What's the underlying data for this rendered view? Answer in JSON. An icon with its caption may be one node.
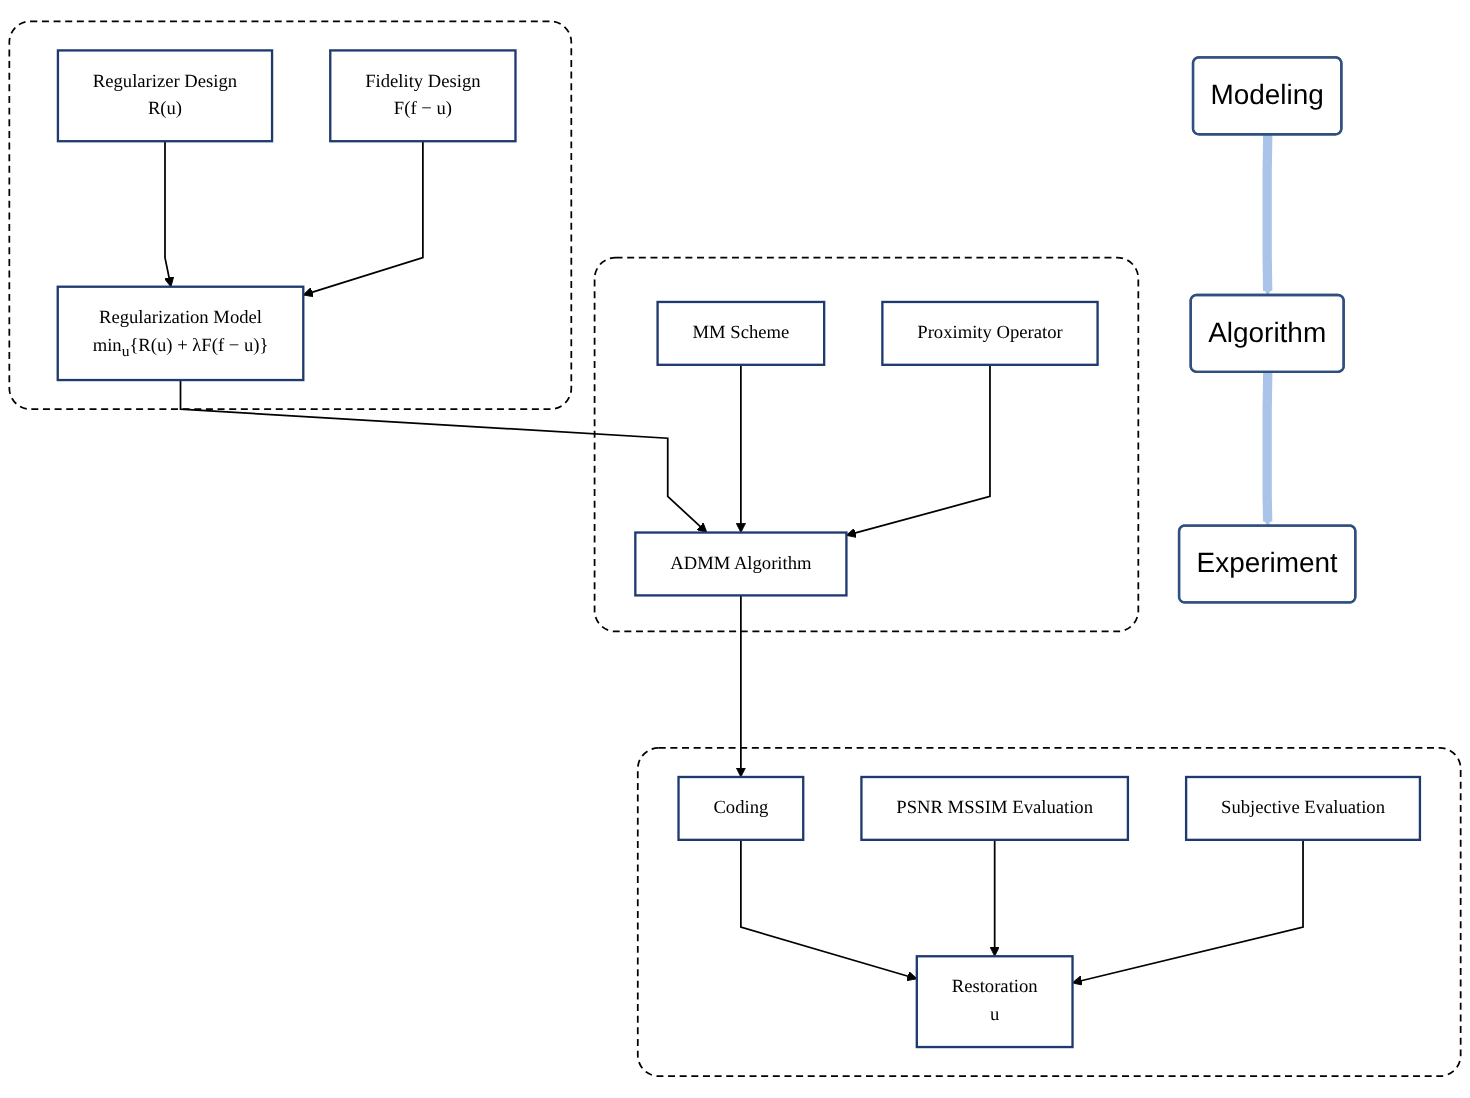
{
  "diagram": {
    "nodes": [
      {
        "text": [],
        "shape": "box"
      },
      {
        "text": [
          "Regularizer Design",
          "R(u)"
        ],
        "in": 0
      },
      {
        "text": [
          "Fidelity Design",
          "F(f − u)"
        ],
        "in": 0
      },
      {
        "text": [
          "Regularization Model",
          "min$_{u}${R(u) + λF(f − u)}"
        ],
        "in": 0
      },
      {
        "text": [],
        "shape": "box"
      },
      {
        "text": [
          "MM Scheme"
        ],
        "in": 4
      },
      {
        "text": [
          "ADMM Algorithm"
        ],
        "in": 4
      },
      {
        "text": [
          "Proximity Operator"
        ],
        "in": 4
      },
      {
        "text": [],
        "shape": "box"
      },
      {
        "text": [
          "Coding"
        ],
        "in": 8
      },
      {
        "text": [
          "PSNR MSSIM Evaluation"
        ],
        "in": 8
      },
      {
        "text": [
          "Subjective Evaluation"
        ],
        "in": 8
      },
      {
        "text": [
          "Restoration",
          "u"
        ],
        "in": 8
      },
      {
        "text": [
          "Modeling"
        ]
      },
      {
        "text": [
          "Algorithm"
        ]
      },
      {
        "text": [
          "Experiment"
        ]
      }
    ],
    "edges": [
      {
        "from": 1,
        "to": 3,
        "arrow": "to"
      },
      {
        "from": 2,
        "to": 3,
        "arrow": "to"
      },
      {
        "from": 3,
        "to": 6,
        "arrow": "to"
      },
      {
        "from": 5,
        "to": 6,
        "arrow": "to"
      },
      {
        "from": 7,
        "to": 6,
        "arrow": "to"
      },
      {
        "from": 6,
        "to": 9,
        "arrow": "to"
      },
      {
        "from": 9,
        "to": 12,
        "arrow": "to"
      },
      {
        "from": 10,
        "to": 12,
        "arrow": "to"
      },
      {
        "from": 11,
        "to": 12,
        "arrow": "to"
      },
      {
        "from": 13,
        "to": 14,
        "arrow": "to",
        "style": "thick",
        "color": "#a9c4e8"
      },
      {
        "from": 14,
        "to": 15,
        "arrow": "to",
        "style": "thick",
        "color": "#a9c4e8"
      }
    ]
  }
}
